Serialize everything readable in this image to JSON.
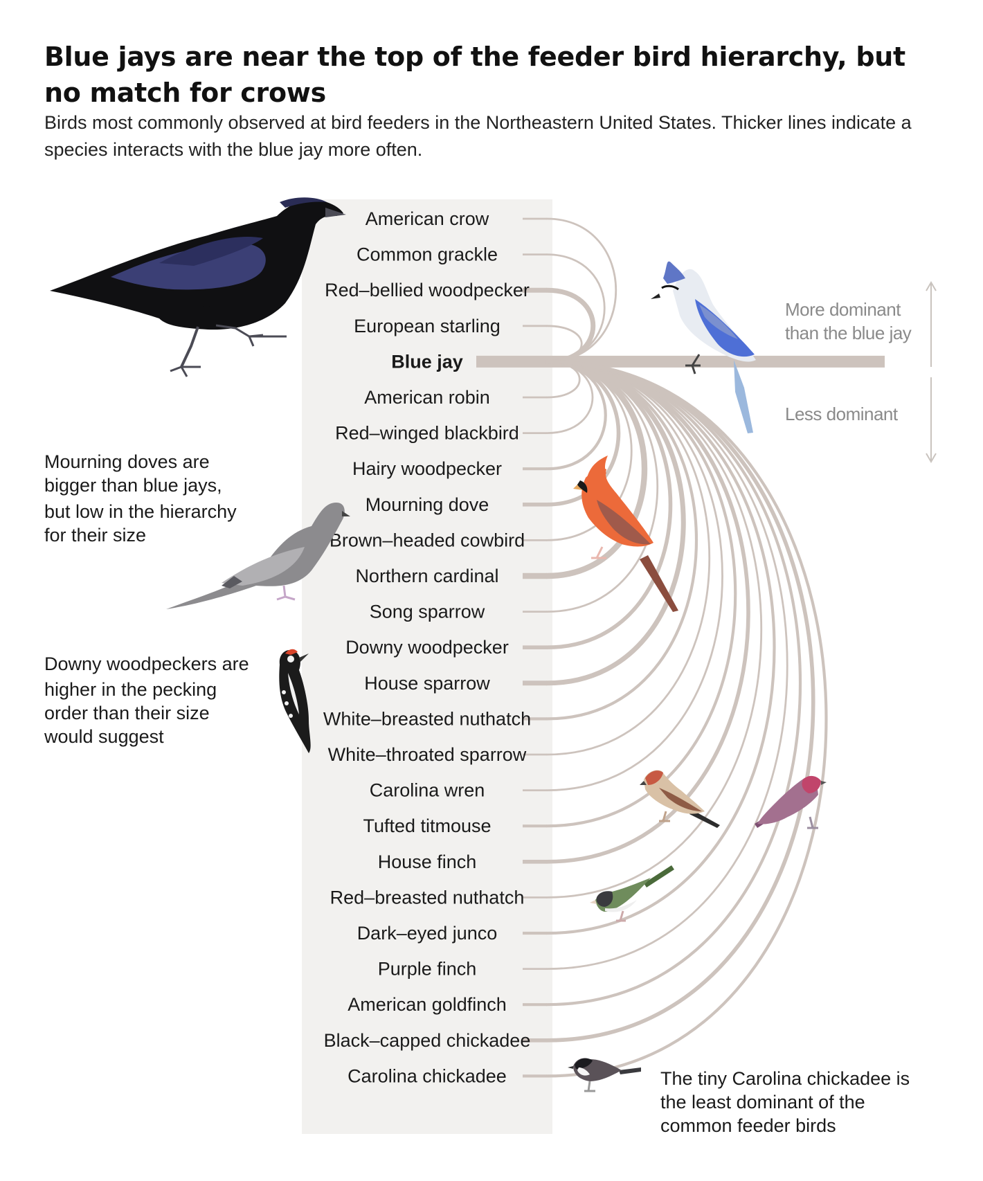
{
  "title": "Blue jays are near the top of the feeder bird hierarchy, but no match for crows",
  "subtitle": "Birds most commonly observed at bird feeders in the Northeastern United States. Thicker lines indicate a species interacts with the blue jay more often.",
  "focus_species": "Blue jay",
  "species": [
    {
      "name": "American crow",
      "weight": 2
    },
    {
      "name": "Common grackle",
      "weight": 2
    },
    {
      "name": "Red–bellied woodpecker",
      "weight": 5
    },
    {
      "name": "European starling",
      "weight": 2
    },
    {
      "name": "Blue jay",
      "weight": 0
    },
    {
      "name": "American robin",
      "weight": 2
    },
    {
      "name": "Red–winged blackbird",
      "weight": 2
    },
    {
      "name": "Hairy woodpecker",
      "weight": 3
    },
    {
      "name": "Mourning dove",
      "weight": 4
    },
    {
      "name": "Brown–headed cowbird",
      "weight": 2
    },
    {
      "name": "Northern cardinal",
      "weight": 6
    },
    {
      "name": "Song sparrow",
      "weight": 2
    },
    {
      "name": "Downy woodpecker",
      "weight": 4
    },
    {
      "name": "House sparrow",
      "weight": 5
    },
    {
      "name": "White–breasted nuthatch",
      "weight": 3
    },
    {
      "name": "White–throated sparrow",
      "weight": 2
    },
    {
      "name": "Carolina wren",
      "weight": 2
    },
    {
      "name": "Tufted titmouse",
      "weight": 3
    },
    {
      "name": "House finch",
      "weight": 4
    },
    {
      "name": "Red–breasted nuthatch",
      "weight": 2
    },
    {
      "name": "Dark–eyed junco",
      "weight": 3
    },
    {
      "name": "Purple finch",
      "weight": 2
    },
    {
      "name": "American goldfinch",
      "weight": 3
    },
    {
      "name": "Black–capped chickadee",
      "weight": 4
    },
    {
      "name": "Carolina chickadee",
      "weight": 3
    }
  ],
  "scale": {
    "more_dominant": [
      "More dominant",
      "than the blue jay"
    ],
    "less_dominant": "Less dominant"
  },
  "annotations": {
    "mourning_dove": [
      "Mourning doves are",
      "bigger than blue jays,",
      "but low in the hierarchy",
      "for their size"
    ],
    "downy_woodpecker": [
      "Downy woodpeckers are",
      "higher in the pecking",
      "order than their size",
      "would suggest"
    ],
    "carolina_chickadee": [
      "The tiny Carolina chickadee is",
      "the least dominant of the",
      "common feeder birds"
    ]
  },
  "illustrations": [
    "american-crow",
    "blue-jay",
    "mourning-dove",
    "downy-woodpecker",
    "northern-cardinal",
    "house-finch",
    "purple-finch",
    "dark-eyed-junco",
    "carolina-chickadee"
  ],
  "colors": {
    "arc": "#cdc3bd",
    "label_panel": "#f2f1ef",
    "text": "#1a1a1a",
    "scale_text": "#8a8a8a"
  }
}
